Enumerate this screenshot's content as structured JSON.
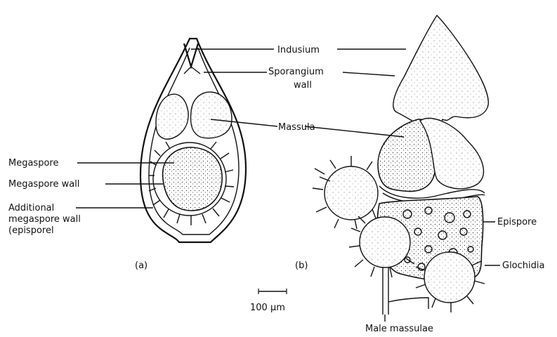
{
  "labels": {
    "indusium": "Indusium",
    "sporangium_wall_1": "Sporangium",
    "sporangium_wall_2": "wall",
    "massula": "Massula",
    "megaspore": "Megaspore",
    "megaspore_wall": "Megaspore wall",
    "additional_1": "Additional",
    "additional_2": "megaspore wall",
    "additional_3": "(episporel",
    "panel_a": "(a)",
    "panel_b": "(b)",
    "scale": "100 μm",
    "epispore": "Epispore",
    "glochidia": "Glochidia",
    "male_massulae": "Male massulae"
  }
}
